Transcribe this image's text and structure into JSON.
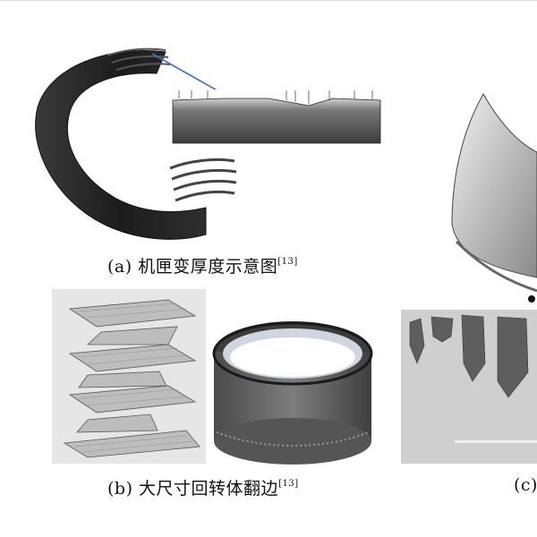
{
  "figure": {
    "panel_a": {
      "label": "(a)",
      "caption": "机匣变厚度示意图",
      "ref": "[13]"
    },
    "panel_b": {
      "label": "(b)",
      "caption": "大尺寸回转体翻边",
      "ref": "[13]"
    },
    "panel_c": {
      "label": "(c)"
    }
  }
}
